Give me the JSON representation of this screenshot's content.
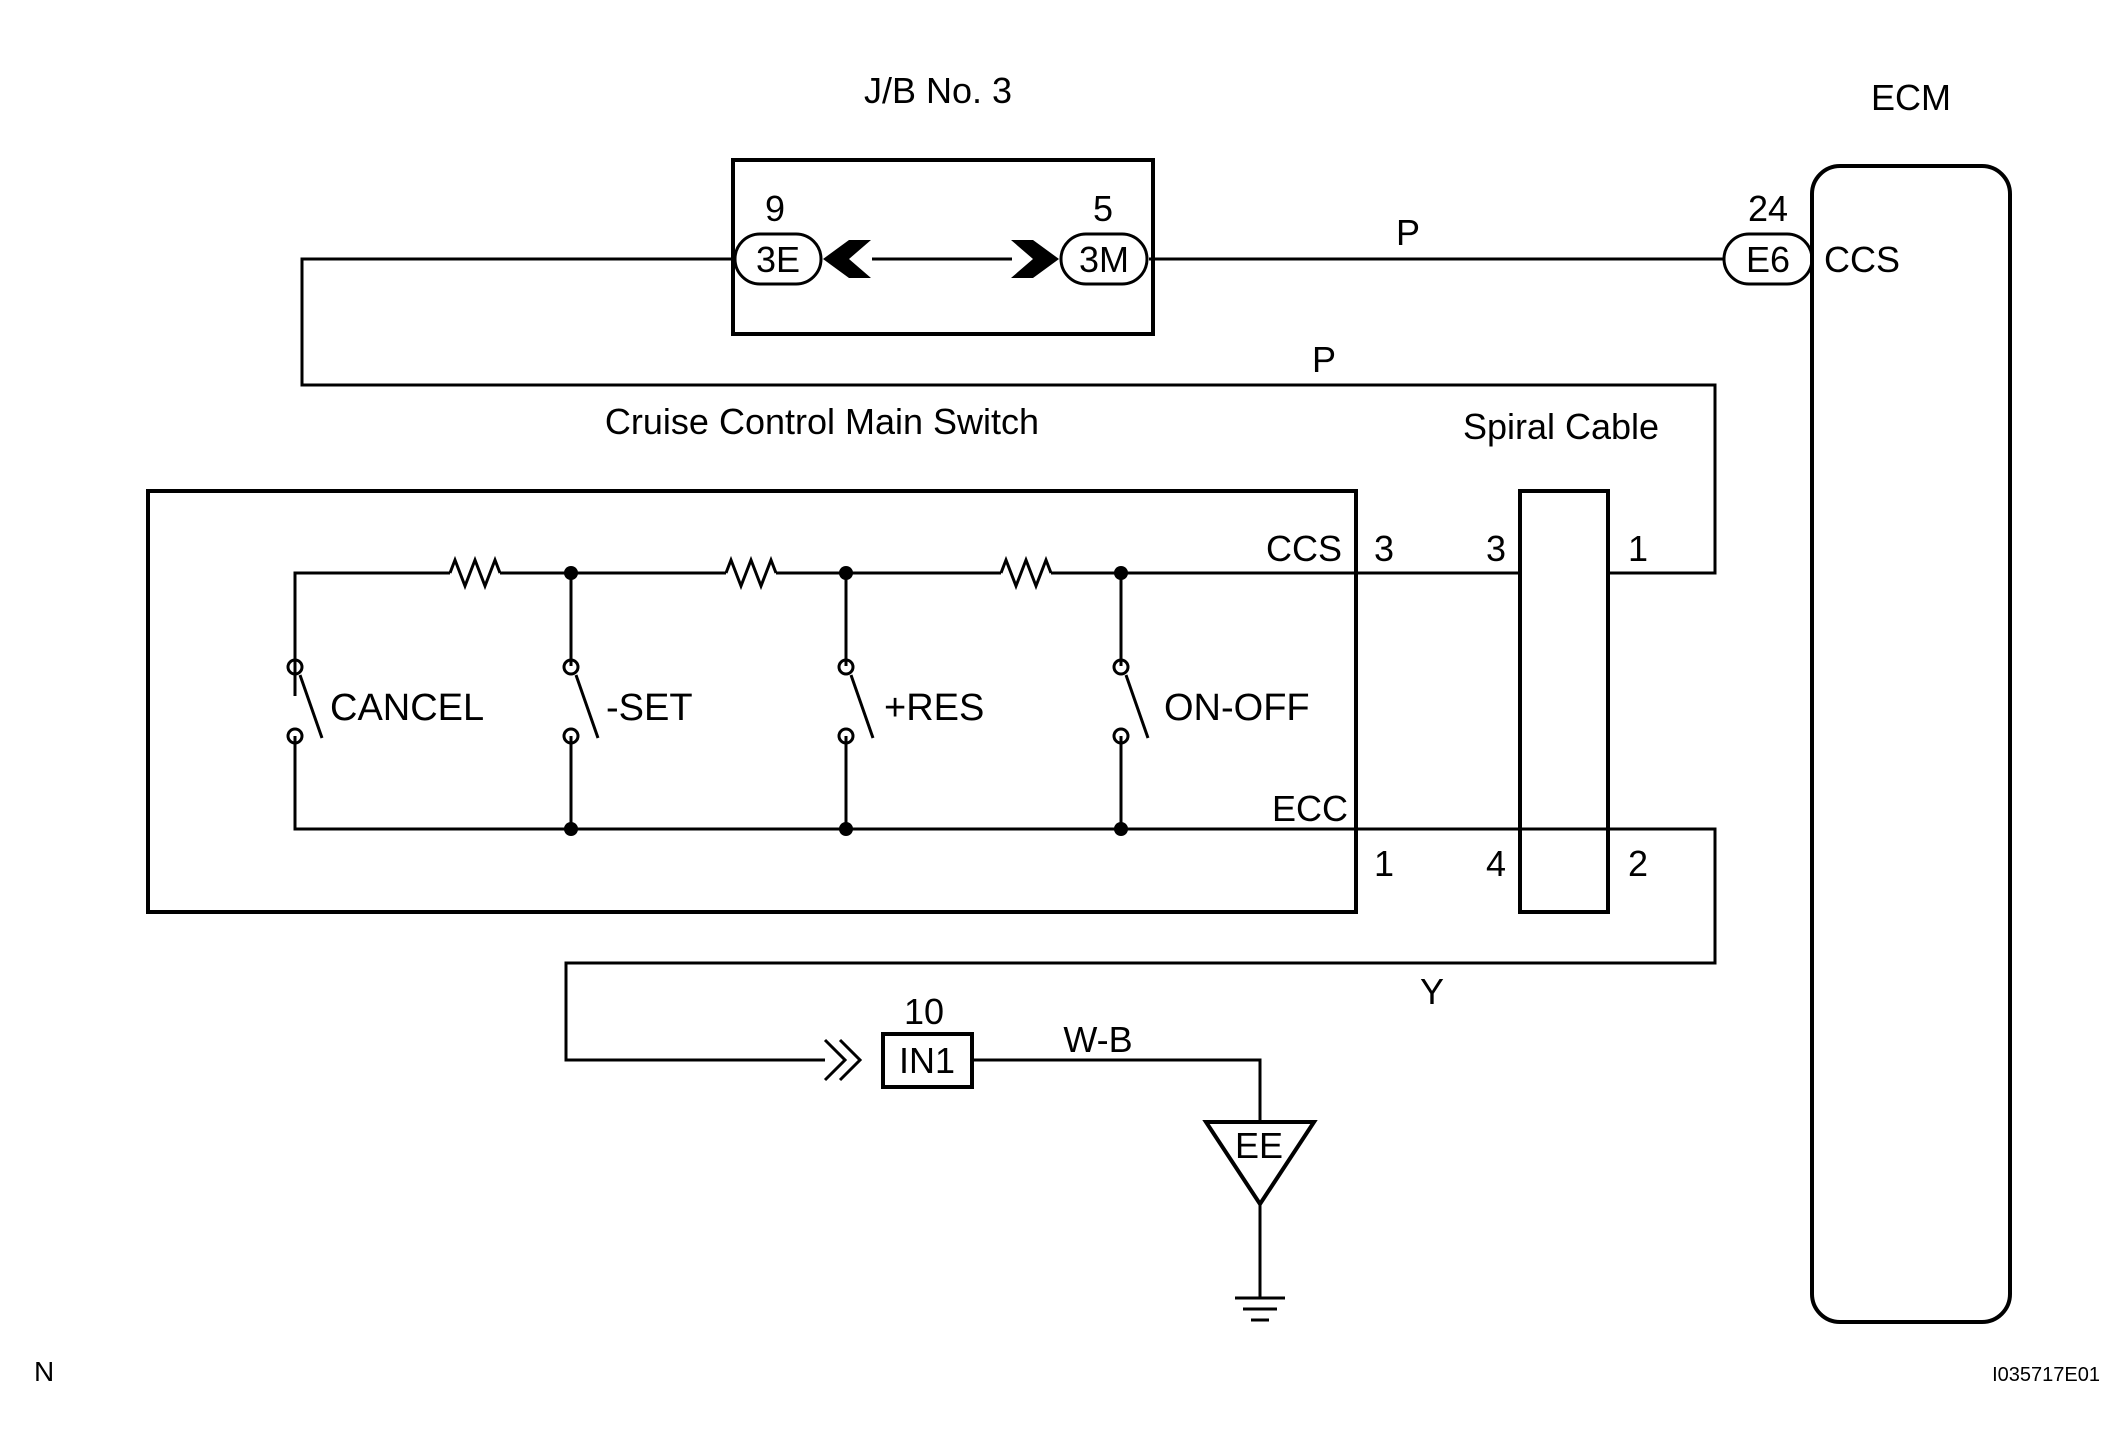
{
  "labels": {
    "jb": "J/B No. 3",
    "ecm": "ECM",
    "main_switch": "Cruise Control Main Switch",
    "spiral_cable": "Spiral Cable",
    "figure_code": "I035717E01",
    "corner_mark": "N"
  },
  "jb": {
    "left_pin": "9",
    "left_conn": "3E",
    "right_pin": "5",
    "right_conn": "3M"
  },
  "ecm": {
    "pin": "24",
    "conn": "E6",
    "terminal": "CCS"
  },
  "wire_colors": {
    "top": "P",
    "mid": "P",
    "y": "Y",
    "ground": "W-B"
  },
  "switch": {
    "ccs_label": "CCS",
    "ccs_pin": "3",
    "ecc_label": "ECC",
    "ecc_pin": "1",
    "switches": [
      "CANCEL",
      "-SET",
      "+RES",
      "ON-OFF"
    ]
  },
  "spiral": {
    "left_top": "3",
    "right_top": "1",
    "left_bottom": "4",
    "right_bottom": "2"
  },
  "in1": {
    "pin": "10",
    "conn": "IN1"
  },
  "ground_point": "EE"
}
